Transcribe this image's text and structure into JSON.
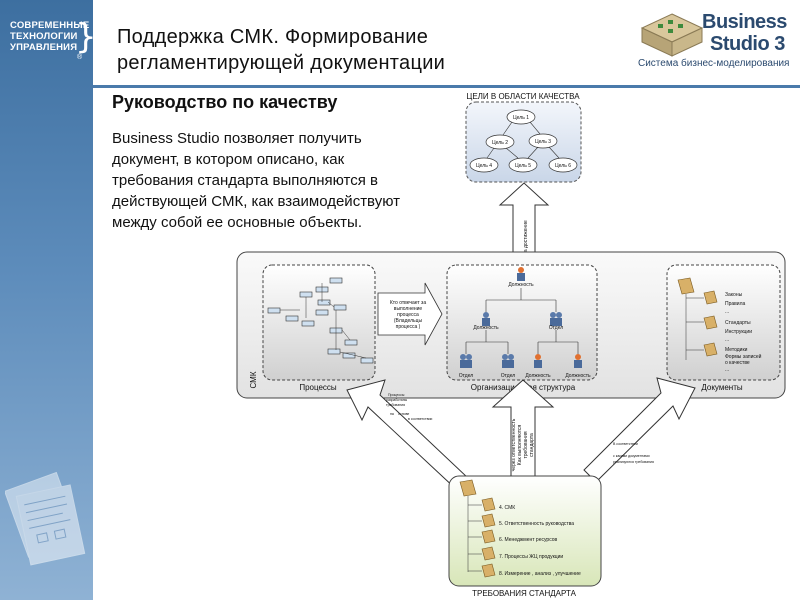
{
  "sidebar": {
    "company_lines": [
      "СОВРЕМЕННЫЕ",
      "ТЕХНОЛОГИИ",
      "УПРАВЛЕНИЯ"
    ],
    "registered": "®",
    "icon": "document-stack-icon"
  },
  "header": {
    "title_lines": [
      "Поддержка СМК. Формирование",
      "регламентирующей документации"
    ]
  },
  "logo": {
    "line1": "Business",
    "line2": "Studio 3",
    "tagline": "Система бизнес-моделирования",
    "icon": "cube-logo-icon"
  },
  "content": {
    "subtitle": "Руководство по качеству",
    "body_lines": [
      "Business Studio позволяет получить",
      "документ, в котором описано, как",
      "требования стандарта выполняются в",
      "действующей СМК, как взаимодействуют",
      "между собой ее основные объекты."
    ]
  },
  "diagram": {
    "goals_title": "ЦЕЛИ В ОБЛАСТИ КАЧЕСТВА",
    "goals": [
      "Цель 1",
      "Цель 2",
      "Цель 3",
      "Цель 4",
      "Цель 5",
      "Цель 6"
    ],
    "up_arrow_label": "На достижение",
    "smk_label": "СМК",
    "processes_label": "Процессы",
    "org_label": "Организационная структура",
    "docs_label": "Документы",
    "resp_box_lines": [
      "Кто отвечает за",
      "выполнение",
      "процесса",
      "(Владельцы",
      "процесса )"
    ],
    "org_nodes": {
      "top": "Должность",
      "mid_left": "Должность",
      "mid_right": "Отдел",
      "bottom": [
        "Отдел",
        "Отдел",
        "Должность",
        "Должность"
      ]
    },
    "doc_items": [
      "Законы",
      "Правила",
      "...",
      "Стандарты",
      "Инструкции",
      "...",
      "Методики",
      "Формы записей",
      "о качестве",
      "..."
    ],
    "left_arrow_text": [
      "Процессы",
      "разработаны",
      "требования",
      "на",
      "основе",
      "в соответствии"
    ],
    "right_arrow_text": [
      "В соответствии",
      "с какими документами",
      "реализуются требования"
    ],
    "center_arrow_text": [
      "Как выполняются",
      "требования",
      "стандарта",
      "через ответственность"
    ],
    "standard_items": [
      "4. СМК",
      "5. Ответственность руководства",
      "6. Менеджмент ресурсов",
      "7. Процессы ЖЦ продукции",
      "8. Измерение , анализ , улучшение"
    ],
    "standard_title": "ТРЕБОВАНИЯ СТАНДАРТА"
  }
}
